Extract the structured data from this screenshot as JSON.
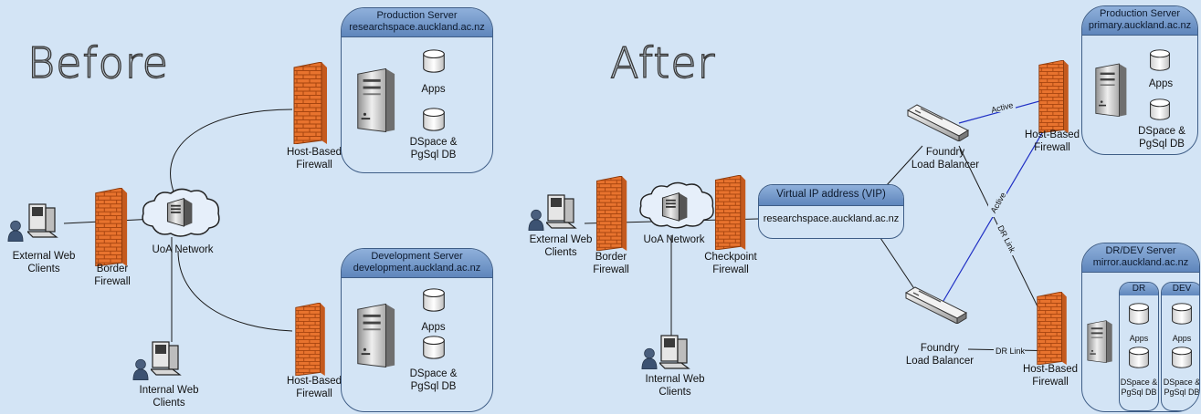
{
  "before": {
    "title": "Before",
    "prod_server": {
      "title": "Production Server",
      "host": "researchspace.auckland.ac.nz",
      "apps": "Apps",
      "db_line1": "DSpace &",
      "db_line2": "PgSql DB"
    },
    "dev_server": {
      "title": "Development Server",
      "host": "development.auckland.ac.nz",
      "apps": "Apps",
      "db_line1": "DSpace &",
      "db_line2": "PgSql DB"
    },
    "hbf_top": {
      "line1": "Host-Based",
      "line2": "Firewall"
    },
    "hbf_bottom": {
      "line1": "Host-Based",
      "line2": "Firewall"
    },
    "external_clients": {
      "line1": "External Web",
      "line2": "Clients"
    },
    "border_firewall": {
      "line1": "Border",
      "line2": "Firewall"
    },
    "network": "UoA Network",
    "internal_clients": {
      "line1": "Internal Web",
      "line2": "Clients"
    }
  },
  "after": {
    "title": "After",
    "external_clients": {
      "line1": "External Web",
      "line2": "Clients"
    },
    "border_firewall": {
      "line1": "Border",
      "line2": "Firewall"
    },
    "network": "UoA Network",
    "checkpoint_firewall": {
      "line1": "Checkpoint",
      "line2": "Firewall"
    },
    "internal_clients": {
      "line1": "Internal Web",
      "line2": "Clients"
    },
    "vip": {
      "title": "Virtual IP address (VIP)",
      "host": "researchspace.auckland.ac.nz"
    },
    "lb_top": {
      "line1": "Foundry",
      "line2": "Load Balancer"
    },
    "lb_bottom": {
      "line1": "Foundry",
      "line2": "Load Balancer"
    },
    "hbf_top": {
      "line1": "Host-Based",
      "line2": "Firewall"
    },
    "hbf_bottom": {
      "line1": "Host-Based",
      "line2": "Firewall"
    },
    "prod_server": {
      "title": "Production Server",
      "host": "primary.auckland.ac.nz",
      "apps": "Apps",
      "db_line1": "DSpace &",
      "db_line2": "PgSql DB"
    },
    "dr_server": {
      "title": "DR/DEV Server",
      "host": "mirror.auckland.ac.nz",
      "dr": {
        "label": "DR",
        "apps": "Apps",
        "db_line1": "DSpace &",
        "db_line2": "PgSql DB"
      },
      "dev": {
        "label": "DEV",
        "apps": "Apps",
        "db_line1": "DSpace &",
        "db_line2": "PgSql DB"
      }
    },
    "links": {
      "active1": "Active",
      "active2": "Active",
      "dr_link1": "DR Link",
      "dr_link2": "DR Link"
    }
  },
  "colors": {
    "background": "#d3e4f5",
    "box_header": "#6f93c6",
    "box_border": "#3e5d86",
    "firewall": "#e8732e",
    "active_link": "#1f2fc4",
    "line": "#1a1a1a"
  }
}
